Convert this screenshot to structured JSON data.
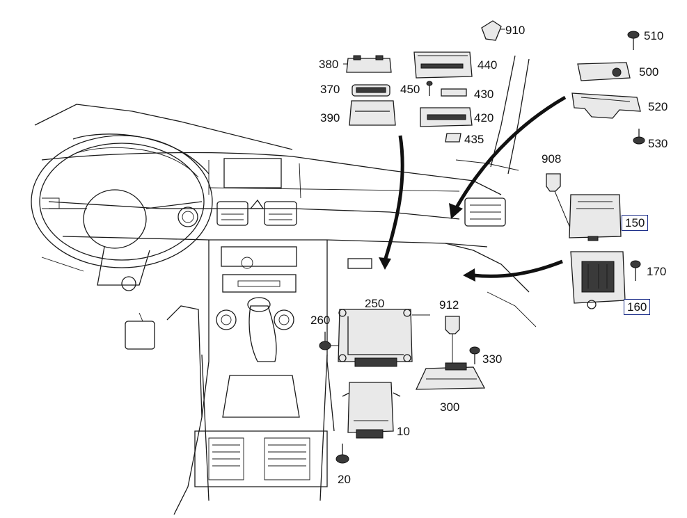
{
  "callouts": [
    {
      "id": "910",
      "text": "910"
    },
    {
      "id": "510",
      "text": "510"
    },
    {
      "id": "380",
      "text": "380"
    },
    {
      "id": "440",
      "text": "440"
    },
    {
      "id": "500",
      "text": "500"
    },
    {
      "id": "370",
      "text": "370"
    },
    {
      "id": "450",
      "text": "450"
    },
    {
      "id": "430",
      "text": "430"
    },
    {
      "id": "520",
      "text": "520"
    },
    {
      "id": "390",
      "text": "390"
    },
    {
      "id": "420",
      "text": "420"
    },
    {
      "id": "435",
      "text": "435"
    },
    {
      "id": "530",
      "text": "530"
    },
    {
      "id": "908",
      "text": "908"
    },
    {
      "id": "150",
      "text": "150"
    },
    {
      "id": "170",
      "text": "170"
    },
    {
      "id": "160",
      "text": "160"
    },
    {
      "id": "250",
      "text": "250"
    },
    {
      "id": "912",
      "text": "912"
    },
    {
      "id": "260",
      "text": "260"
    },
    {
      "id": "330",
      "text": "330"
    },
    {
      "id": "300",
      "text": "300"
    },
    {
      "id": "10",
      "text": "10"
    },
    {
      "id": "20",
      "text": "20"
    }
  ],
  "highlight_color": "#1d2f8a",
  "highlighted_callouts": [
    "150",
    "160"
  ]
}
